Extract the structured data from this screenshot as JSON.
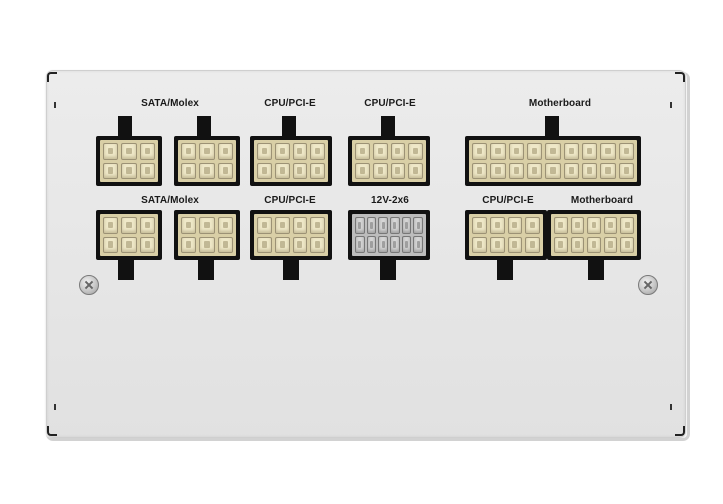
{
  "psu_panel": {
    "top_row_labels": {
      "sata_molex": "SATA/Molex",
      "cpu_pcie_1": "CPU/PCI-E",
      "cpu_pcie_2": "CPU/PCI-E",
      "motherboard": "Motherboard"
    },
    "bottom_row_labels": {
      "sata_molex": "SATA/Molex",
      "cpu_pcie_1": "CPU/PCI-E",
      "12v": "12V-2x6",
      "cpu_pcie_2": "CPU/PCI-E",
      "motherboard": "Motherboard"
    }
  }
}
